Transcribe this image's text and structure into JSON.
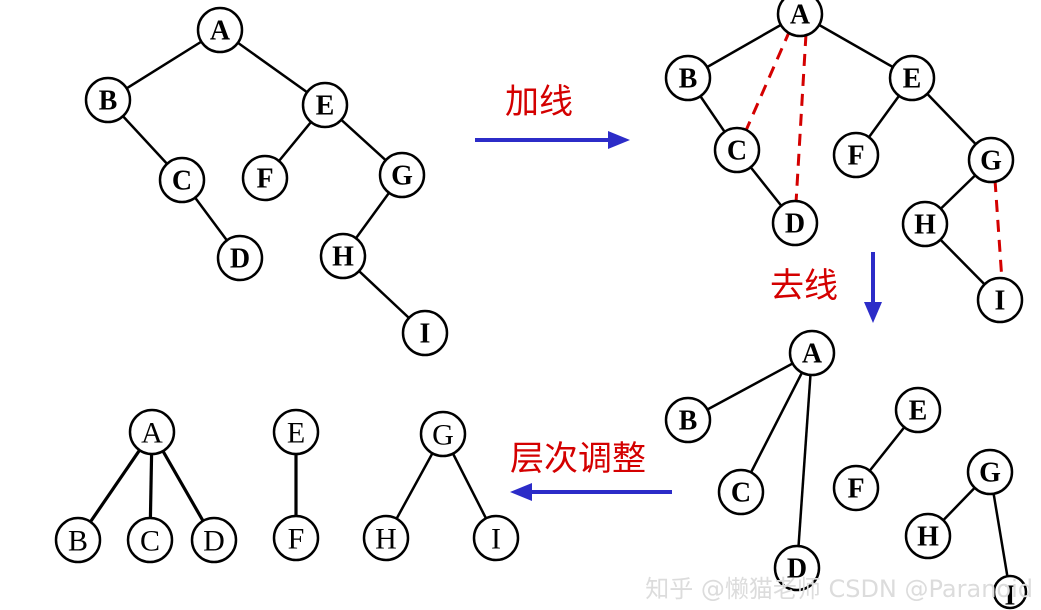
{
  "diagrams": {
    "original": {
      "nodes": [
        "A",
        "B",
        "C",
        "D",
        "E",
        "F",
        "G",
        "H",
        "I"
      ]
    },
    "added": {
      "nodes": [
        "A",
        "B",
        "C",
        "D",
        "E",
        "F",
        "G",
        "H",
        "I"
      ]
    },
    "removed": {
      "nodes": [
        "A",
        "B",
        "C",
        "D",
        "E",
        "F",
        "G",
        "H",
        "I"
      ]
    },
    "forest": {
      "nodes": [
        "A",
        "B",
        "C",
        "D",
        "E",
        "F",
        "G",
        "H",
        "I"
      ]
    }
  },
  "steps": {
    "add_lines": "加线",
    "remove_lines": "去线",
    "level_adjust": "层次调整"
  },
  "colors": {
    "arrow": "#2c2cc8",
    "step_label": "#d40000",
    "added_edge": "#d40000"
  },
  "watermark": "知乎 @懒猫老师   CSDN @Paranoid"
}
